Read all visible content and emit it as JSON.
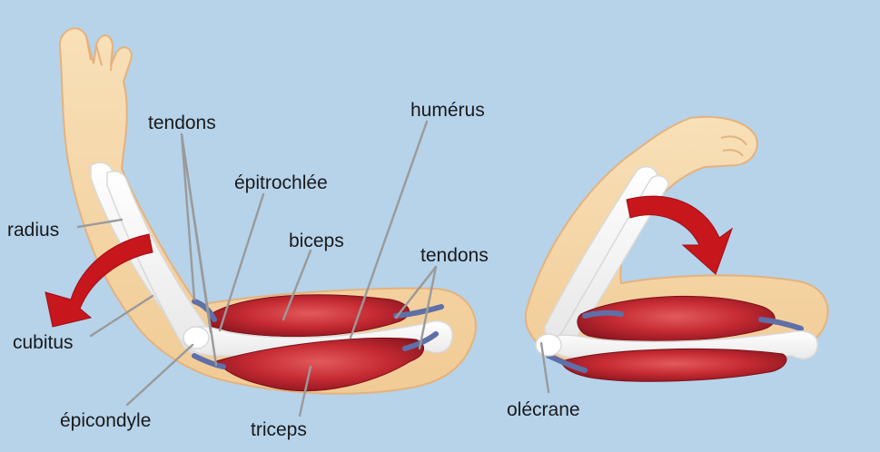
{
  "labels": {
    "tendons_top": "tendons",
    "epitrochlee": "épitrochlée",
    "humerus": "humérus",
    "radius": "radius",
    "biceps": "biceps",
    "tendons_right": "tendons",
    "cubitus": "cubitus",
    "epicondyle": "épicondyle",
    "triceps": "triceps",
    "olecrane": "olécrane"
  },
  "colors": {
    "background": "#b6d3ea",
    "skin": "#f6d8ac",
    "skin_outline": "#e4b27e",
    "bone": "#ffffff",
    "muscle": "#c22a31",
    "arrow": "#c8161d",
    "tendon": "#5f6fa8",
    "leader": "#9a9a9a"
  }
}
